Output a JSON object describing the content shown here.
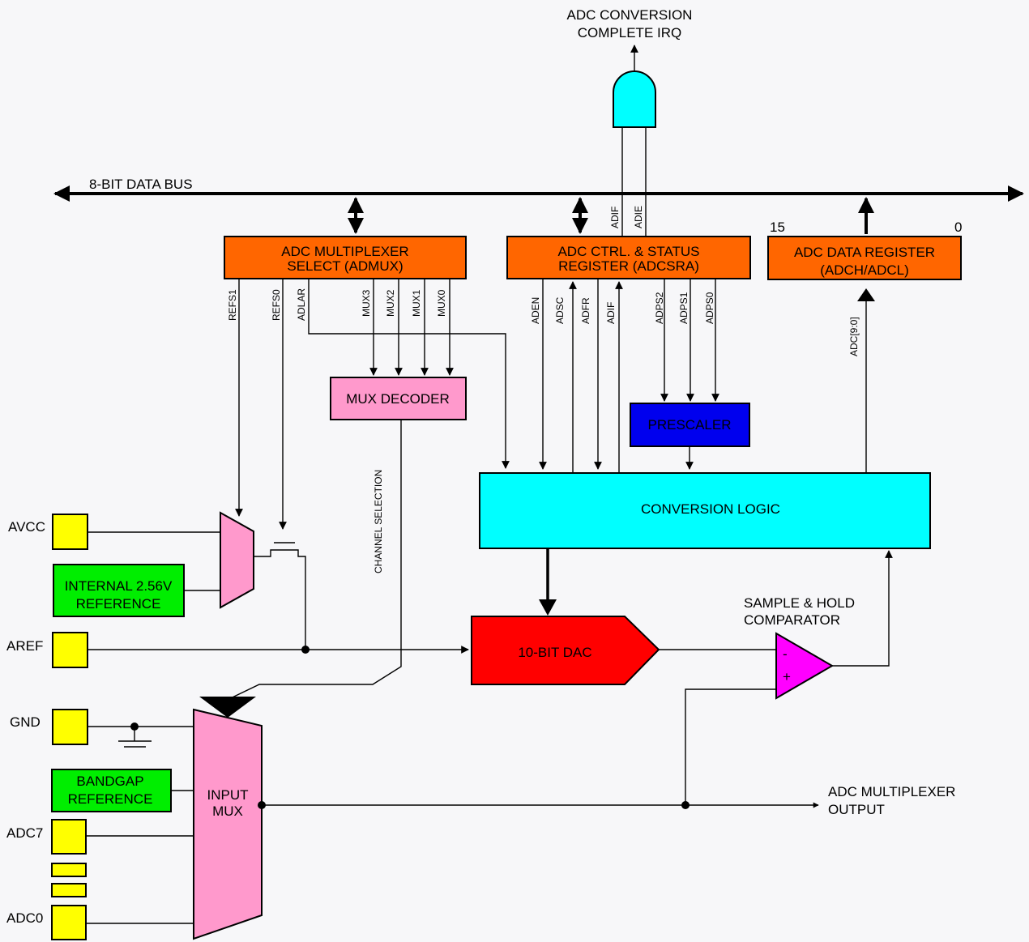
{
  "colors": {
    "register": "#ff6600",
    "conversion_logic": "#00ffff",
    "prescaler": "#0000ee",
    "mux": "#ff99cc",
    "dac": "#ff0000",
    "comparator": "#ff00ff",
    "reference": "#00ee00",
    "pin": "#ffff00",
    "and_gate": "#00ffff"
  },
  "labels": {
    "irq_line1": "ADC CONVERSION",
    "irq_line2": "COMPLETE IRQ",
    "data_bus": "8-BIT DATA BUS",
    "reg_high_bit": "15",
    "reg_low_bit": "0",
    "channel_selection": "CHANNEL SELECTION",
    "sh_line1": "SAMPLE & HOLD",
    "sh_line2": "COMPARATOR",
    "out_line1": "ADC MULTIPLEXER",
    "out_line2": "OUTPUT",
    "adc_bits": "ADC[9:0]",
    "comp_minus": "-",
    "comp_plus": "+"
  },
  "blocks": {
    "admux_line1": "ADC MULTIPLEXER",
    "admux_line2": "SELECT (ADMUX)",
    "adcsra_line1": "ADC CTRL. & STATUS",
    "adcsra_line2": "REGISTER (ADCSRA)",
    "adcdata_line1": "ADC DATA REGISTER",
    "adcdata_line2": "(ADCH/ADCL)",
    "mux_decoder": "MUX DECODER",
    "prescaler": "PRESCALER",
    "conversion_logic": "CONVERSION LOGIC",
    "dac": "10-BIT DAC",
    "ref256_line1": "INTERNAL 2.56V",
    "ref256_line2": "REFERENCE",
    "bandgap_line1": "BANDGAP",
    "bandgap_line2": "REFERENCE",
    "input_mux_line1": "INPUT",
    "input_mux_line2": "MUX"
  },
  "admux_signals": [
    "REFS1",
    "REFS0",
    "ADLAR",
    "MUX3",
    "MUX2",
    "MUX1",
    "MUX0"
  ],
  "adcsra_signals": [
    "ADEN",
    "ADSC",
    "ADFR",
    "ADIF",
    "ADPS2",
    "ADPS1",
    "ADPS0"
  ],
  "gate_signals": [
    "ADIF",
    "ADIE"
  ],
  "pins": [
    "AVCC",
    "AREF",
    "GND",
    "ADC7",
    "ADC0"
  ]
}
